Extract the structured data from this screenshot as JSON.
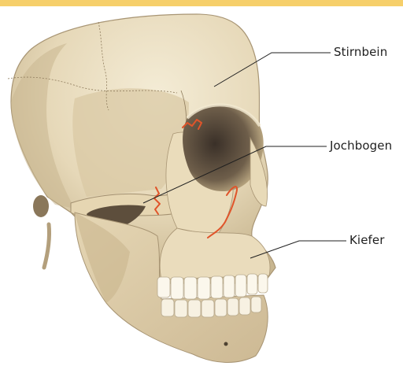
{
  "colors": {
    "accent_bar": "#f6cf6a",
    "bone_light": "#ede2c6",
    "bone_mid": "#d8c8a6",
    "bone_shadow": "#9c8a6a",
    "socket_dark": "#4a3f33",
    "fracture_line": "#e0542a",
    "leader_line": "#1f1f1f"
  },
  "labels": {
    "stirnbein": "Stirnbein",
    "jochbogen": "Jochbogen",
    "kiefer": "Kiefer"
  }
}
